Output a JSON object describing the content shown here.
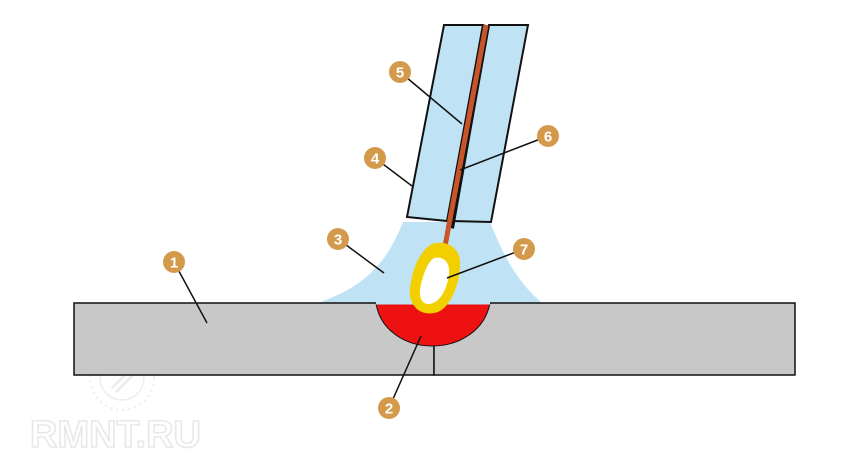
{
  "markers": [
    {
      "id": "1",
      "label": "1"
    },
    {
      "id": "2",
      "label": "2"
    },
    {
      "id": "3",
      "label": "3"
    },
    {
      "id": "4",
      "label": "4"
    },
    {
      "id": "5",
      "label": "5"
    },
    {
      "id": "6",
      "label": "6"
    },
    {
      "id": "7",
      "label": "7"
    }
  ],
  "watermark": {
    "text": "RMNT.RU"
  },
  "colors": {
    "base_metal": "#c8c8c8",
    "shielding_gas": "#bfe3f5",
    "nozzle": "#bfe3f5",
    "electrode": "#c8552a",
    "weld_pool": "#ee1111",
    "arc_outer": "#f2d000",
    "arc_inner": "#ffffff",
    "marker": "#d49a4c",
    "outline": "#111111"
  }
}
